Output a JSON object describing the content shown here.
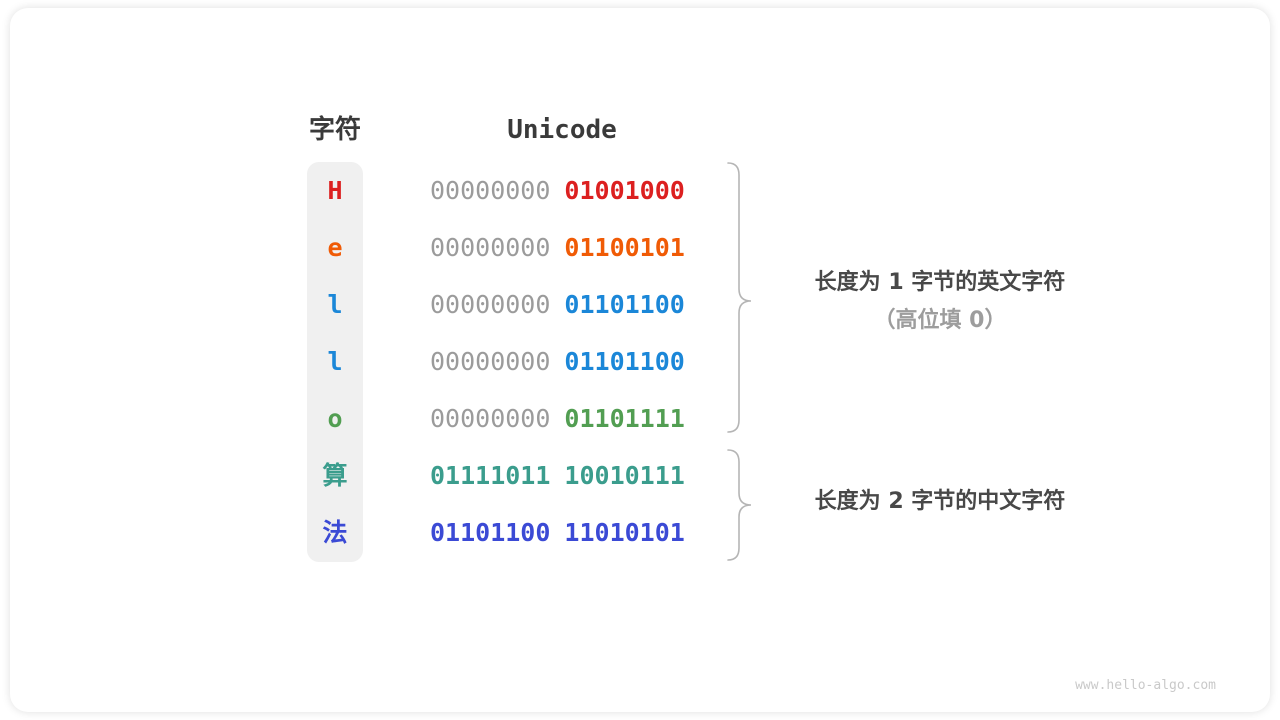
{
  "figure": {
    "header": {
      "char_label": "字符",
      "unicode_label": "Unicode"
    },
    "rows": [
      {
        "char": "H",
        "color": "#dc2020",
        "high_byte": "00000000",
        "high_byte_color": "#9b9b9b",
        "low_byte": "01001000",
        "low_byte_color": "#dc2020"
      },
      {
        "char": "e",
        "color": "#f05b06",
        "high_byte": "00000000",
        "high_byte_color": "#9b9b9b",
        "low_byte": "01100101",
        "low_byte_color": "#f05b06"
      },
      {
        "char": "l",
        "color": "#1b87d8",
        "high_byte": "00000000",
        "high_byte_color": "#9b9b9b",
        "low_byte": "01101100",
        "low_byte_color": "#1b87d8"
      },
      {
        "char": "l",
        "color": "#1b87d8",
        "high_byte": "00000000",
        "high_byte_color": "#9b9b9b",
        "low_byte": "01101100",
        "low_byte_color": "#1b87d8"
      },
      {
        "char": "o",
        "color": "#529e52",
        "high_byte": "00000000",
        "high_byte_color": "#9b9b9b",
        "low_byte": "01101111",
        "low_byte_color": "#529e52"
      },
      {
        "char": "算",
        "color": "#3b9d8d",
        "high_byte": "01111011",
        "high_byte_color": "#3b9d8d",
        "low_byte": "10010111",
        "low_byte_color": "#3b9d8d"
      },
      {
        "char": "法",
        "color": "#3b4ad5",
        "high_byte": "01101100",
        "high_byte_color": "#3b4ad5",
        "low_byte": "11010101",
        "low_byte_color": "#3b4ad5"
      }
    ],
    "annotations": {
      "english": {
        "line1": "长度为 1 字节的英文字符",
        "line2": "（高位填 0）"
      },
      "chinese": {
        "line1": "长度为 2 字节的中文字符"
      }
    },
    "colors": {
      "header_text": "#3a3a3a",
      "zero_padding_gray": "#9b9b9b",
      "annotation_text": "#484848",
      "annotation_secondary": "#9d9d9d",
      "brace": "#b5b5b5",
      "char_column_bg": "#f0f0f0",
      "watermark": "#c9c9c9"
    }
  },
  "watermark": "www.hello-algo.com"
}
